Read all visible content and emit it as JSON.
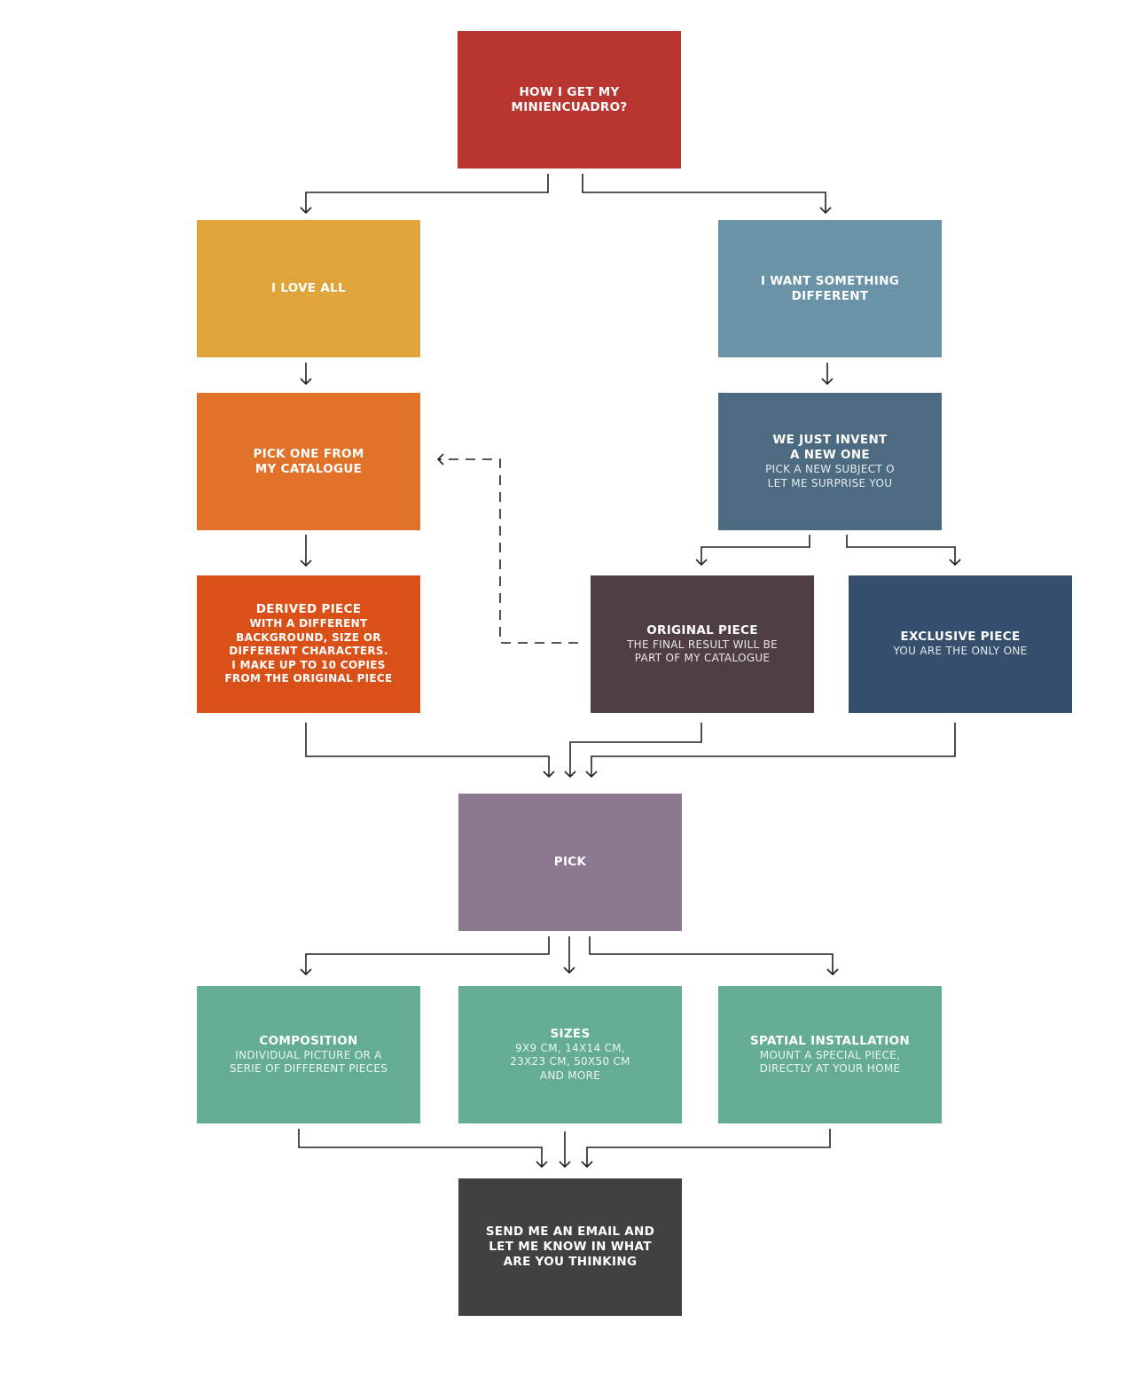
{
  "nodes": {
    "start": {
      "title": "HOW I GET MY\nMINIENCUADRO?",
      "color": "#b93630"
    },
    "love_all": {
      "title": "I LOVE ALL",
      "color": "#dfa53a"
    },
    "want_different": {
      "title": "I WANT SOMETHING\nDIFFERENT",
      "color": "#6b93a8"
    },
    "pick_catalogue": {
      "title": "PICK ONE FROM\nMY CATALOGUE",
      "color": "#e1722a"
    },
    "invent_new": {
      "title": "WE JUST INVENT\nA NEW ONE",
      "subtitle": "PICK A NEW SUBJECT O\nLET ME SURPRISE YOU",
      "color": "#4c6a80"
    },
    "derived_piece": {
      "title": "DERIVED PIECE",
      "subtitle": "WITH A DIFFERENT\nBACKGROUND, SIZE OR\nDIFFERENT CHARACTERS.\nI MAKE UP TO 10 COPIES\nFROM THE ORIGINAL PIECE",
      "color": "#da5019"
    },
    "original_piece": {
      "title": "ORIGINAL PIECE",
      "subtitle": "THE FINAL RESULT WILL BE\nPART OF MY CATALOGUE",
      "color": "#4f3f42"
    },
    "exclusive_piece": {
      "title": "EXCLUSIVE PIECE",
      "subtitle": "YOU ARE THE ONLY ONE",
      "color": "#354f6c"
    },
    "pick": {
      "title": "PICK",
      "color": "#8a798f"
    },
    "composition": {
      "title": "COMPOSITION",
      "subtitle": "INDIVIDUAL PICTURE OR A\nSERIE OF DIFFERENT PIECES",
      "color": "#64ad93"
    },
    "sizes": {
      "title": "SIZES",
      "subtitle": "9X9 CM, 14X14 CM,\n23X23 CM, 50X50 CM\nAND MORE",
      "color": "#64ad93"
    },
    "spatial": {
      "title": "SPATIAL INSTALLATION",
      "subtitle": "MOUNT A SPECIAL PIECE,\nDIRECTLY AT YOUR HOME",
      "color": "#64ad93"
    },
    "email": {
      "title": "SEND ME AN EMAIL AND\nLET ME KNOW IN WHAT\nARE YOU THINKING",
      "color": "#414141"
    }
  },
  "edges": [
    {
      "from": "start",
      "to": "love_all",
      "style": "solid"
    },
    {
      "from": "start",
      "to": "want_different",
      "style": "solid"
    },
    {
      "from": "love_all",
      "to": "pick_catalogue",
      "style": "solid"
    },
    {
      "from": "want_different",
      "to": "invent_new",
      "style": "solid"
    },
    {
      "from": "pick_catalogue",
      "to": "derived_piece",
      "style": "solid"
    },
    {
      "from": "invent_new",
      "to": "original_piece",
      "style": "solid"
    },
    {
      "from": "invent_new",
      "to": "exclusive_piece",
      "style": "solid"
    },
    {
      "from": "original_piece",
      "to": "pick_catalogue",
      "style": "dashed"
    },
    {
      "from": "derived_piece",
      "to": "pick",
      "style": "solid"
    },
    {
      "from": "original_piece",
      "to": "pick",
      "style": "solid"
    },
    {
      "from": "exclusive_piece",
      "to": "pick",
      "style": "solid"
    },
    {
      "from": "pick",
      "to": "composition",
      "style": "solid"
    },
    {
      "from": "pick",
      "to": "sizes",
      "style": "solid"
    },
    {
      "from": "pick",
      "to": "spatial",
      "style": "solid"
    },
    {
      "from": "composition",
      "to": "email",
      "style": "solid"
    },
    {
      "from": "sizes",
      "to": "email",
      "style": "solid"
    },
    {
      "from": "spatial",
      "to": "email",
      "style": "solid"
    }
  ],
  "colors": {
    "connector": "#222222",
    "background": "#ffffff"
  }
}
